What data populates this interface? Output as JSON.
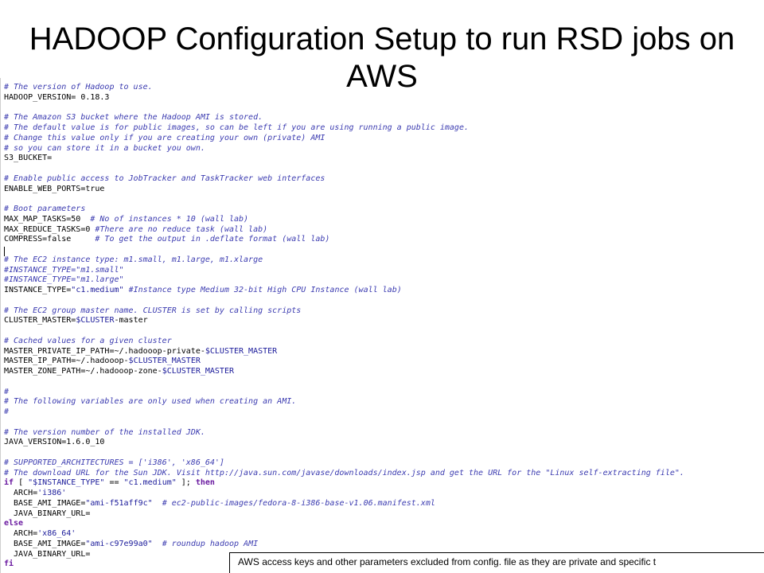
{
  "slide": {
    "title": "HADOOP Configuration Setup to run RSD jobs on AWS",
    "note": "AWS access keys and other parameters excluded from config. file as they are private and specific t"
  },
  "code_lines": [
    [
      [
        "comment",
        "# The version of Hadoop to use."
      ]
    ],
    [
      [
        "plain",
        "HADOOP_VERSION= 0.18.3"
      ]
    ],
    [
      [
        "plain",
        ""
      ]
    ],
    [
      [
        "comment",
        "# The Amazon S3 bucket where the Hadoop AMI is stored."
      ]
    ],
    [
      [
        "comment",
        "# The default value is for public images, so can be left if you are using running a public image."
      ]
    ],
    [
      [
        "comment",
        "# Change this value only if you are creating your own (private) AMI"
      ]
    ],
    [
      [
        "comment",
        "# so you can store it in a bucket you own."
      ]
    ],
    [
      [
        "plain",
        "S3_BUCKET="
      ]
    ],
    [
      [
        "plain",
        ""
      ]
    ],
    [
      [
        "comment",
        "# Enable public access to JobTracker and TaskTracker web interfaces"
      ]
    ],
    [
      [
        "plain",
        "ENABLE_WEB_PORTS=true"
      ]
    ],
    [
      [
        "plain",
        ""
      ]
    ],
    [
      [
        "comment",
        "# Boot parameters"
      ]
    ],
    [
      [
        "plain",
        "MAX_MAP_TASKS=50  "
      ],
      [
        "comment",
        "# No of instances * 10 (wall lab)"
      ]
    ],
    [
      [
        "plain",
        "MAX_REDUCE_TASKS=0 "
      ],
      [
        "comment",
        "#There are no reduce task (wall lab)"
      ]
    ],
    [
      [
        "plain",
        "COMPRESS=false     "
      ],
      [
        "comment",
        "# To get the output in .deflate format (wall lab)"
      ]
    ],
    [
      [
        "plain",
        ""
      ]
    ],
    [
      [
        "comment",
        "# The EC2 instance type: m1.small, m1.large, m1.xlarge"
      ]
    ],
    [
      [
        "comment",
        "#INSTANCE_TYPE=\"m1.small\""
      ]
    ],
    [
      [
        "comment",
        "#INSTANCE_TYPE=\"m1.large\""
      ]
    ],
    [
      [
        "plain",
        "INSTANCE_TYPE="
      ],
      [
        "string",
        "\"c1.medium\""
      ],
      [
        "plain",
        " "
      ],
      [
        "comment",
        "#Instance type Medium 32-bit High CPU Instance (wall lab)"
      ]
    ],
    [
      [
        "plain",
        ""
      ]
    ],
    [
      [
        "comment",
        "# The EC2 group master name. CLUSTER is set by calling scripts"
      ]
    ],
    [
      [
        "plain",
        "CLUSTER_MASTER="
      ],
      [
        "var",
        "$CLUSTER"
      ],
      [
        "plain",
        "-master"
      ]
    ],
    [
      [
        "plain",
        ""
      ]
    ],
    [
      [
        "comment",
        "# Cached values for a given cluster"
      ]
    ],
    [
      [
        "plain",
        "MASTER_PRIVATE_IP_PATH=~/.hadooop-private-"
      ],
      [
        "var",
        "$CLUSTER_MASTER"
      ]
    ],
    [
      [
        "plain",
        "MASTER_IP_PATH=~/.hadooop-"
      ],
      [
        "var",
        "$CLUSTER_MASTER"
      ]
    ],
    [
      [
        "plain",
        "MASTER_ZONE_PATH=~/.hadooop-zone-"
      ],
      [
        "var",
        "$CLUSTER_MASTER"
      ]
    ],
    [
      [
        "plain",
        ""
      ]
    ],
    [
      [
        "comment",
        "#"
      ]
    ],
    [
      [
        "comment",
        "# The following variables are only used when creating an AMI."
      ]
    ],
    [
      [
        "comment",
        "#"
      ]
    ],
    [
      [
        "plain",
        ""
      ]
    ],
    [
      [
        "comment",
        "# The version number of the installed JDK."
      ]
    ],
    [
      [
        "plain",
        "JAVA_VERSION=1.6.0_10"
      ]
    ],
    [
      [
        "plain",
        ""
      ]
    ],
    [
      [
        "comment",
        "# SUPPORTED_ARCHITECTURES = ['i386', 'x86_64']"
      ]
    ],
    [
      [
        "comment",
        "# The download URL for the Sun JDK. Visit http://java.sun.com/javase/downloads/index.jsp and get the URL for the \"Linux self-extracting file\"."
      ]
    ],
    [
      [
        "kw",
        "if"
      ],
      [
        "plain",
        " [ "
      ],
      [
        "string",
        "\"$INSTANCE_TYPE\""
      ],
      [
        "plain",
        " == "
      ],
      [
        "string",
        "\"c1.medium\""
      ],
      [
        "plain",
        " ]; "
      ],
      [
        "kw",
        "then"
      ]
    ],
    [
      [
        "plain",
        "  ARCH="
      ],
      [
        "string",
        "'i386'"
      ]
    ],
    [
      [
        "plain",
        "  BASE_AMI_IMAGE="
      ],
      [
        "string",
        "\"ami-f51aff9c\""
      ],
      [
        "plain",
        "  "
      ],
      [
        "comment",
        "# ec2-public-images/fedora-8-i386-base-v1.06.manifest.xml"
      ]
    ],
    [
      [
        "plain",
        "  JAVA_BINARY_URL="
      ]
    ],
    [
      [
        "kw",
        "else"
      ]
    ],
    [
      [
        "plain",
        "  ARCH="
      ],
      [
        "string",
        "'x86_64'"
      ]
    ],
    [
      [
        "plain",
        "  BASE_AMI_IMAGE="
      ],
      [
        "string",
        "\"ami-c97e99a0\""
      ],
      [
        "plain",
        "  "
      ],
      [
        "comment",
        "# roundup hadoop AMI"
      ]
    ],
    [
      [
        "plain",
        "  JAVA_BINARY_URL="
      ]
    ],
    [
      [
        "kw",
        "fi"
      ]
    ]
  ]
}
